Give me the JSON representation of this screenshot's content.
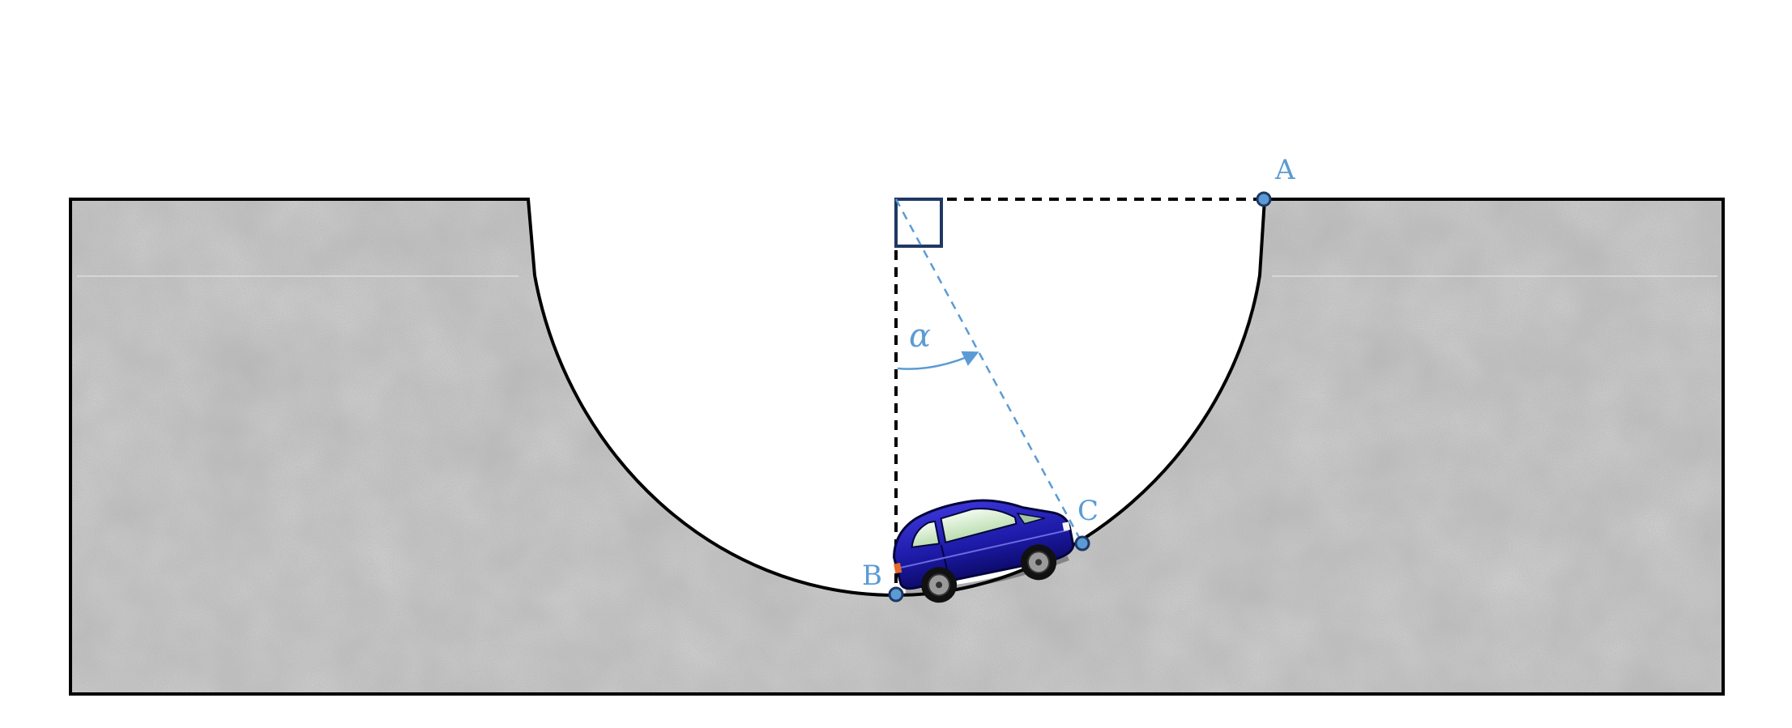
{
  "points": {
    "A": "A",
    "B": "B",
    "C": "C"
  },
  "angle": {
    "symbol": "α",
    "value_deg": 27
  },
  "colors": {
    "accent": "#5b9bd5",
    "outline": "#000000",
    "concrete": "#b8b8b8",
    "right_angle_marker": "#1f3864",
    "car_body": "#1c1aa6",
    "car_window": "#d9f2d0"
  },
  "icons": {
    "vehicle": "car-icon"
  }
}
